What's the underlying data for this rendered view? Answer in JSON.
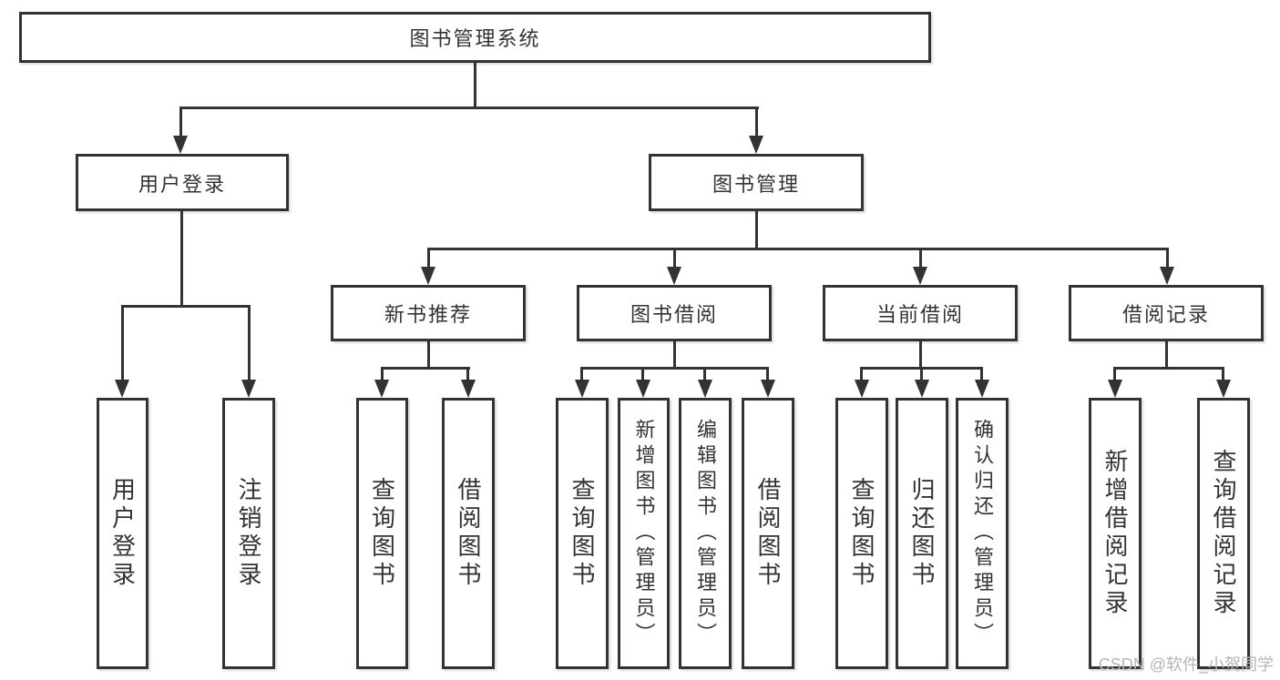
{
  "diagram": {
    "root": {
      "label": "图书管理系统"
    },
    "level2": [
      {
        "label": "用户登录",
        "leaves": [
          "用户登录",
          "注销登录"
        ]
      },
      {
        "label": "图书管理",
        "sections": [
          {
            "label": "新书推荐",
            "leaves": [
              "查询图书",
              "借阅图书"
            ]
          },
          {
            "label": "图书借阅",
            "leaves": [
              "查询图书",
              "新增图书（管理员）",
              "编辑图书（管理员）",
              "借阅图书"
            ]
          },
          {
            "label": "当前借阅",
            "leaves": [
              "查询图书",
              "归还图书",
              "确认归还（管理员）"
            ]
          },
          {
            "label": "借阅记录",
            "leaves": [
              "新增借阅记录",
              "查询借阅记录"
            ]
          }
        ]
      }
    ]
  },
  "watermark": {
    "text": "CSDN @软件_小贺同学"
  },
  "style": {
    "line": "#333333",
    "text": "#333333",
    "wm": "#b6b6b6",
    "bg": "#ffffff"
  }
}
